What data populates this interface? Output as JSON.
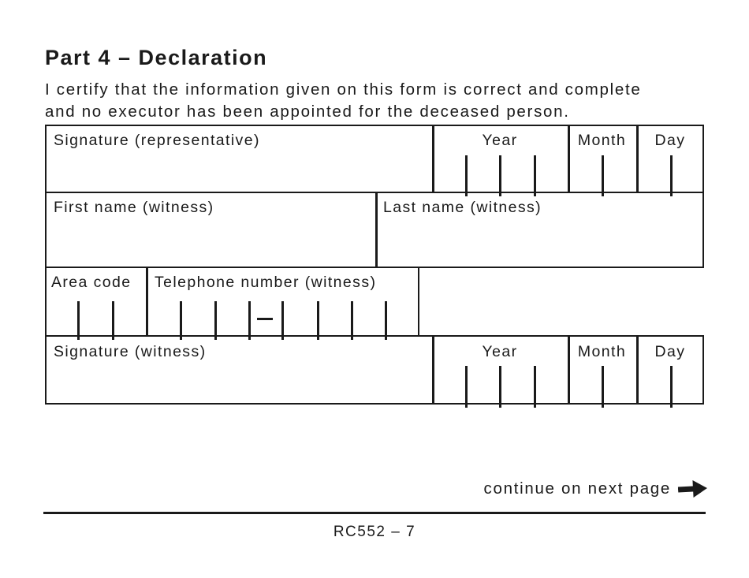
{
  "colors": {
    "ink": "#1a1a1a",
    "paper": "#ffffff"
  },
  "heading": "Part 4 – Declaration",
  "declaration": {
    "line1": "I certify that the information given on this form is correct and complete",
    "line2": "and no executor has been appointed for the deceased person."
  },
  "table": {
    "signature_representative": {
      "label": "Signature (representative)"
    },
    "date1": {
      "year": "Year",
      "month": "Month",
      "day": "Day"
    },
    "first_name": {
      "label": "First name (witness)"
    },
    "last_name": {
      "label": "Last name (witness)"
    },
    "area_code": {
      "label": "Area code"
    },
    "telephone": {
      "label": "Telephone number (witness)",
      "separator": "–"
    },
    "signature_witness": {
      "label": "Signature (witness)"
    },
    "date2": {
      "year": "Year",
      "month": "Month",
      "day": "Day"
    }
  },
  "footer": {
    "continue": "continue on next page",
    "arrow_icon": "➜",
    "code": "RC552 – 7"
  }
}
